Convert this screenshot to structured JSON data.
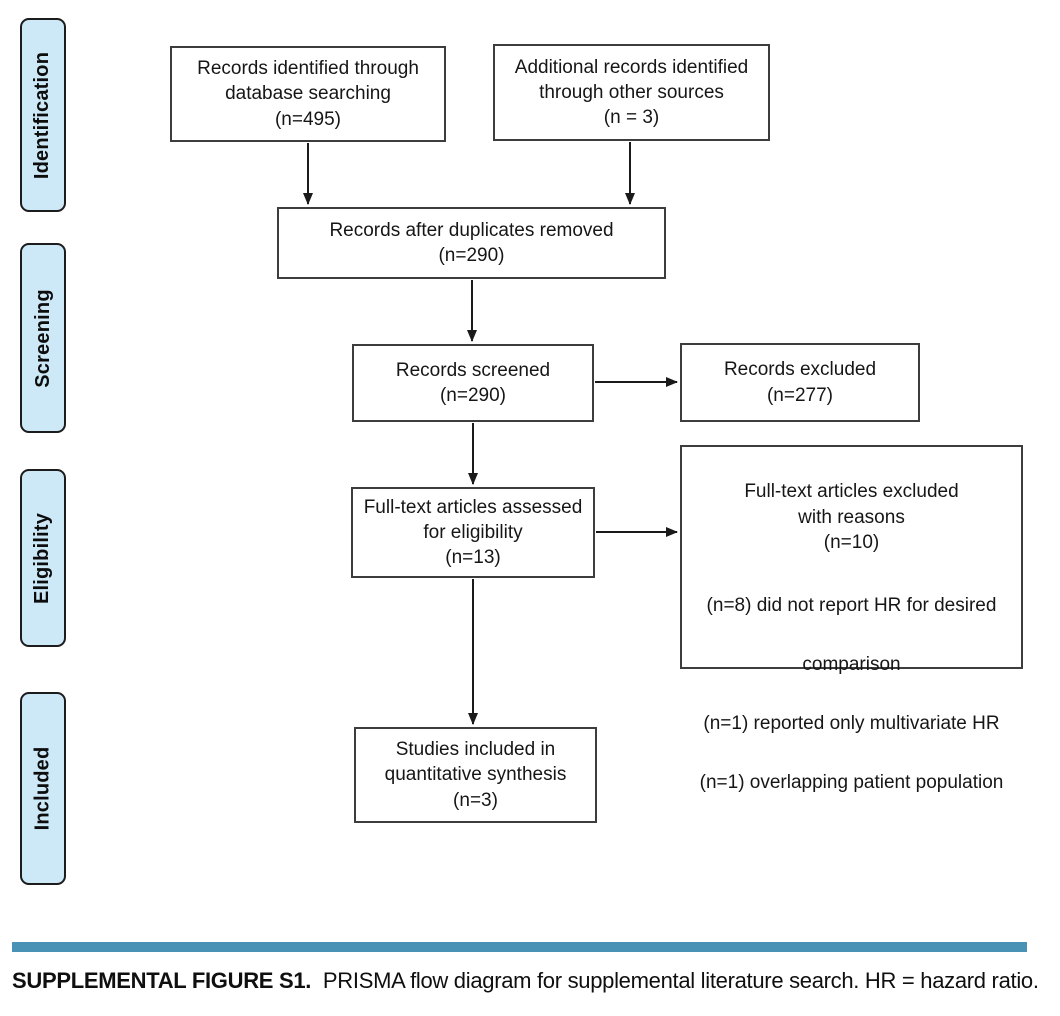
{
  "colors": {
    "accent-bar": "#4992b6",
    "stage-fill": "#cde9f8",
    "box-border": "#3d3d3d",
    "arrow": "#1a1a1a"
  },
  "sidebar": {
    "stages": [
      {
        "label": "Identification"
      },
      {
        "label": "Screening"
      },
      {
        "label": "Eligibility"
      },
      {
        "label": "Included"
      }
    ]
  },
  "flow": {
    "identified_db": "Records identified through\ndatabase searching\n(n=495)",
    "identified_other": "Additional records identified\nthrough other sources\n(n = 3)",
    "after_duplicates": "Records after duplicates removed\n(n=290)",
    "screened": "Records screened\n(n=290)",
    "excluded": "Records excluded\n(n=277)",
    "fulltext_assessed": "Full-text articles assessed\nfor eligibility\n(n=13)",
    "fulltext_excluded_header": "Full-text articles excluded\nwith reasons\n(n=10)",
    "fulltext_excluded_reasons": [
      "(n=8) did not report HR for desired",
      "comparison",
      "(n=1) reported only multivariate HR",
      "(n=1) overlapping patient population"
    ],
    "included_synthesis": "Studies included in\nquantitative synthesis\n(n=3)"
  },
  "figure": {
    "caption_label": "SUPPLEMENTAL FIGURE S1.",
    "caption_text": "PRISMA flow diagram for supplemental literature search. HR = hazard ratio."
  }
}
